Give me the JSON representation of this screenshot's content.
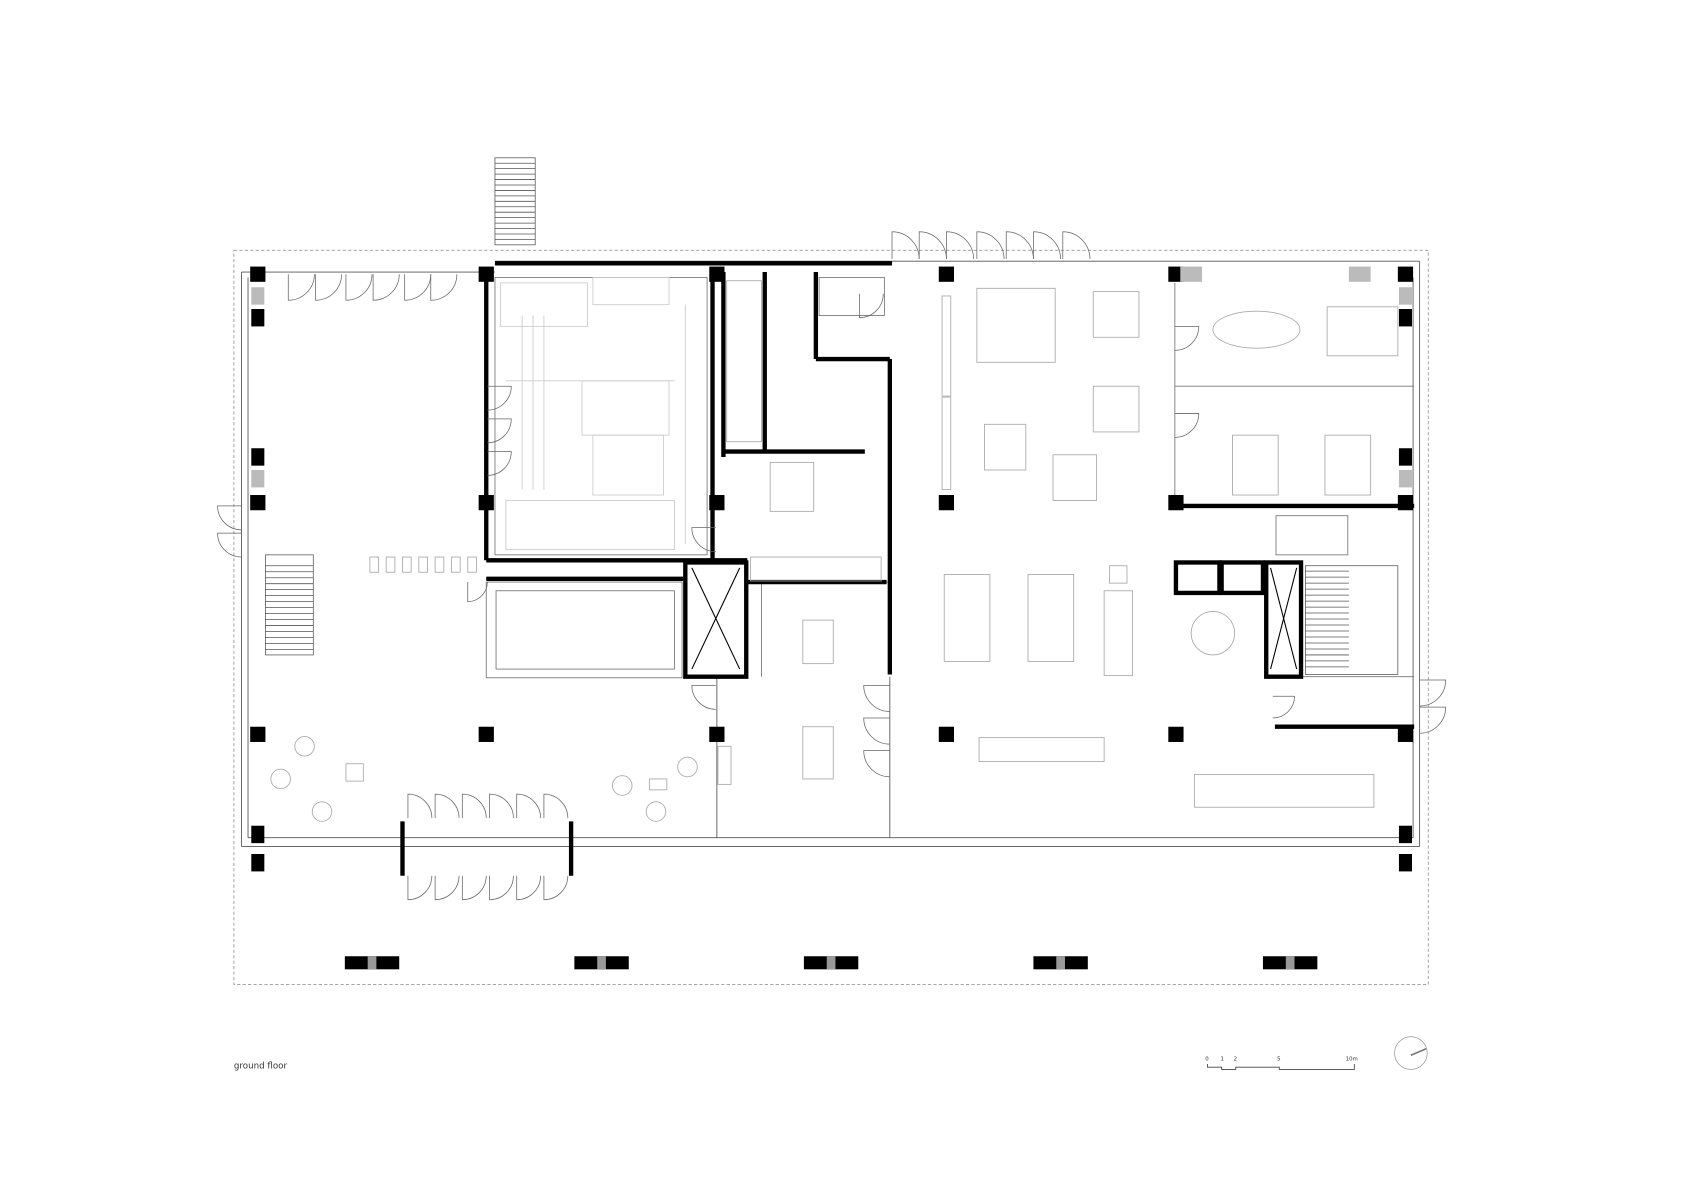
{
  "drawing": {
    "title": "ground floor",
    "scale_bar": {
      "labels": [
        "0",
        "1",
        "2",
        "5",
        "10m"
      ],
      "unit": "m"
    },
    "north_arrow": "north-arrow-icon",
    "colors": {
      "wall": "#000000",
      "thin_line": "#555555",
      "furniture": "#bbbbbb",
      "boundary": "#999999"
    }
  }
}
